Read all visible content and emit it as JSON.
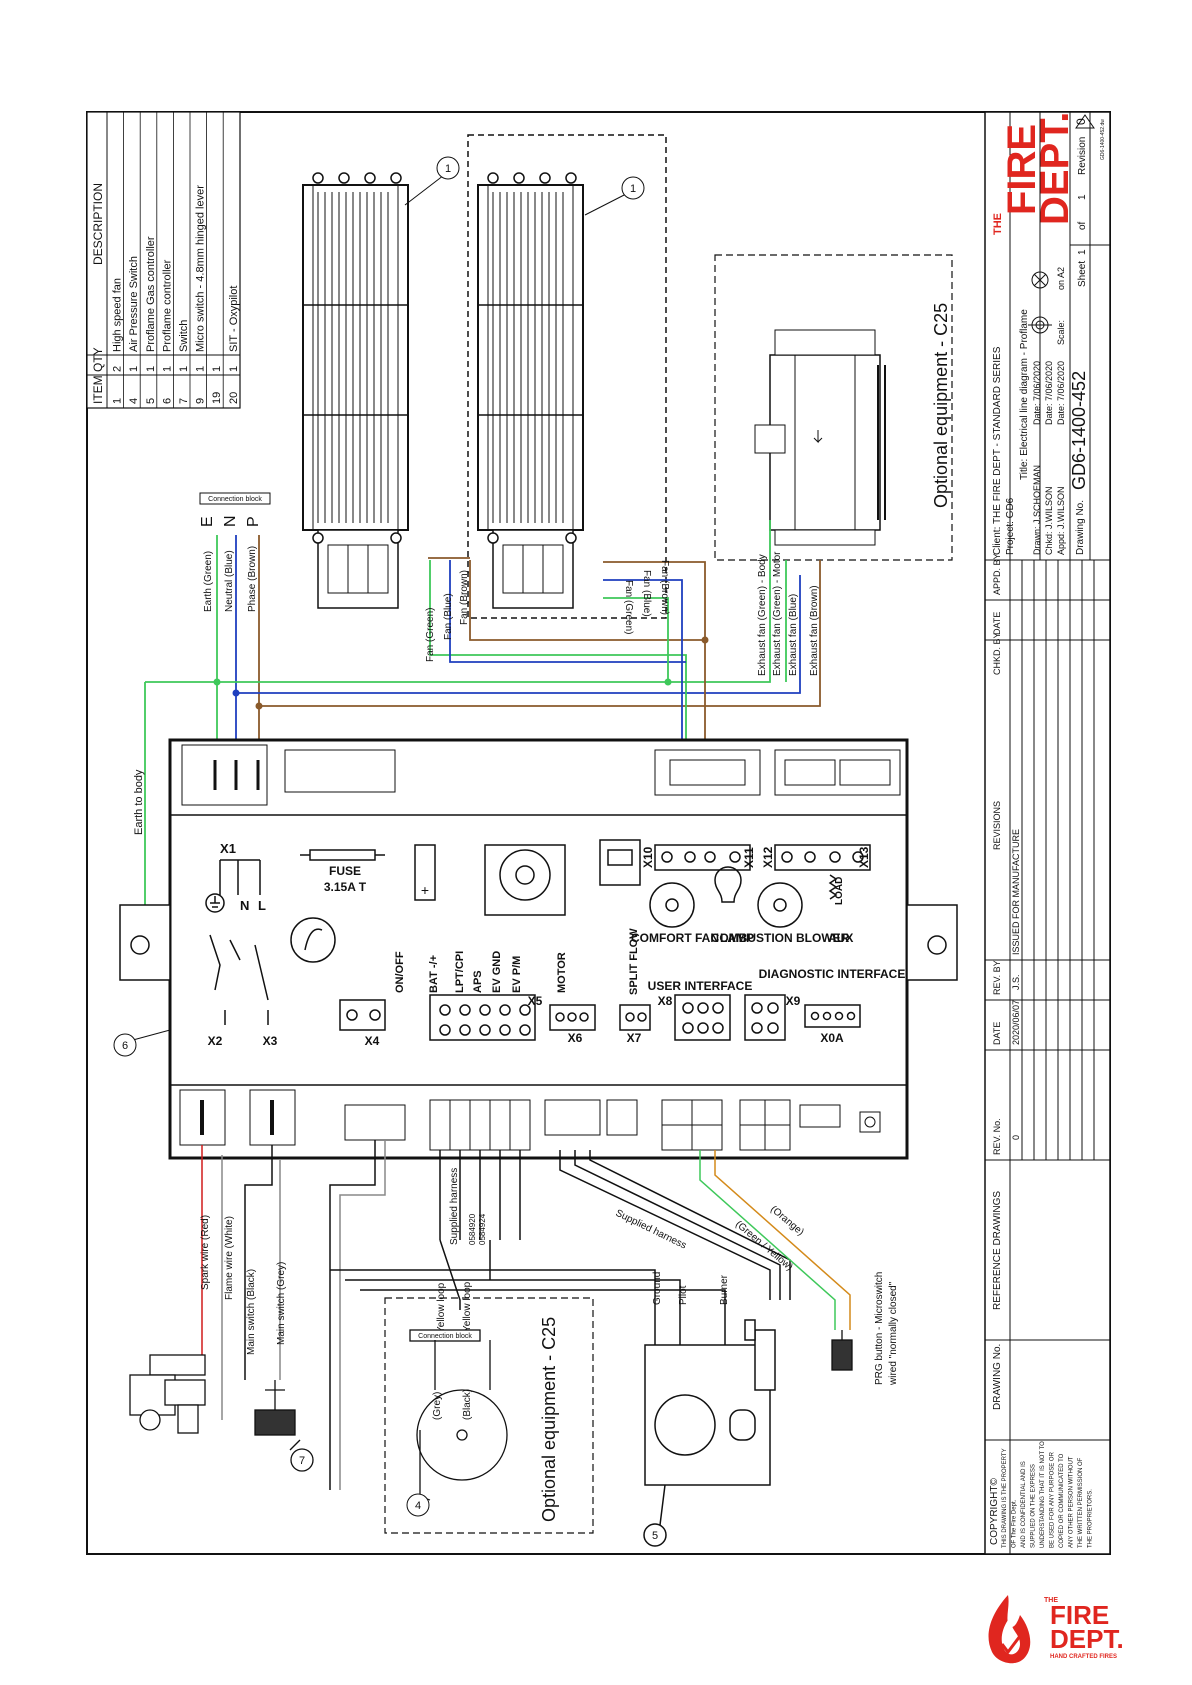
{
  "parts_list": {
    "headers": [
      "ITEM",
      "QTY",
      "DESCRIPTION"
    ],
    "rows": [
      [
        "1",
        "2",
        "High speed fan"
      ],
      [
        "4",
        "1",
        "Air Pressure Switch"
      ],
      [
        "5",
        "1",
        "Proflame Gas controller"
      ],
      [
        "6",
        "1",
        "Proflame controller"
      ],
      [
        "7",
        "1",
        "Switch"
      ],
      [
        "9",
        "1",
        "Micro switch - 4.8mm hinged lever"
      ],
      [
        "19",
        "1",
        ""
      ],
      [
        "20",
        "1",
        "SIT - Oxypilot"
      ]
    ]
  },
  "connection_block": {
    "title": "Connection block",
    "terminals": [
      "E",
      "N",
      "P"
    ],
    "wire_labels": [
      "Earth (Green)",
      "Neutral (Blue)",
      "Phase (Brown)"
    ]
  },
  "fan_wires": {
    "left": [
      "Fan (Green)",
      "Fan (Blue)",
      "Fan (Brown)"
    ],
    "right": [
      "Fan (Brown)",
      "Fan (Blue)",
      "Fan (Green)"
    ]
  },
  "exhaust_wires": [
    "Exhaust fan (Green) - Body",
    "Exhaust fan (Green) - Motor",
    "Exhaust fan (Blue)",
    "Exhaust fan (Brown)"
  ],
  "optional_equipment": "Optional equipment - C25",
  "earth_to_body": "Earth to body",
  "controller": {
    "x1": "X1",
    "n": "N",
    "l": "L",
    "fuse": "FUSE",
    "fuse_rating": "3.15A T",
    "x10": "X10",
    "x11": "X11",
    "x12": "X12",
    "x13": "X13",
    "comfort_fan": "COMFORT FAN",
    "lamp": "LAMP",
    "combustion_blower": "COMBUSTION BLOWER",
    "aux": "AUX",
    "load": "LOAD",
    "on_off": "ON/OFF",
    "bat": "BAT -/+",
    "lpt_cpi": "LPT/CPI",
    "aps": "APS",
    "ev_gnd": "EV GND",
    "ev_pm": "EV P/M",
    "motor": "MOTOR",
    "split_flow": "SPLIT FLOW",
    "user_interface": "USER INTERFACE",
    "diagnostic_interface": "DIAGNOSTIC INTERFACE",
    "x2": "X2",
    "x3": "X3",
    "x4": "X4",
    "x5": "X5",
    "x6": "X6",
    "x7": "X7",
    "x8": "X8",
    "x9": "X9",
    "x0a": "X0A"
  },
  "lower_wires": {
    "spark": "Spark wire (Red)",
    "flame": "Flame wire (White)",
    "main_black": "Main switch (Black)",
    "main_grey": "Main switch (Grey)",
    "supplied_harness": "Supplied harness",
    "harness_codes": [
      "0584920",
      "0584924"
    ],
    "supplied_harness_2": "Supplied harness",
    "green_yellow": "(Green / Yellow)",
    "orange": "(Orange)",
    "yellow_loop": "Yellow loop",
    "yellow_loop_2": "Yellow loop",
    "grey": "(Grey)",
    "black": "(Black)",
    "ground": "Ground",
    "pilot": "Pilot",
    "burner": "Burner",
    "prg": "PRG button - Microswitch",
    "prg2": "wired \"normally closed\""
  },
  "balloons": [
    "1",
    "1",
    "6",
    "7",
    "4",
    "5"
  ],
  "title_block": {
    "company": "THE FIRE DEPT.",
    "client": "Client: THE FIRE DEPT - STANDARD SERIES",
    "project": "Project: GD6",
    "title": "Title: Electrical line diagram - Proflame",
    "drawn": "Drawn: J.SCHOEMAN",
    "drawn_date": "Date: 7/06/2020",
    "chkd": "Chkd: J.WILSON",
    "chkd_date": "Date: 7/06/2020",
    "appd": "Appd: J.WILSON",
    "appd_date": "Date: 7/06/2020",
    "scale": "Scale:",
    "on_a2": "on A2",
    "drawing_no_label": "Drawing No.",
    "drawing_no": "GD6-1400-452",
    "sheet": "Sheet",
    "sheet_no": "1",
    "of": "of",
    "sheet_total": "1",
    "revision_label": "Revision",
    "revision": "0",
    "file": "GD6-1400-452.dw"
  },
  "revisions": {
    "headers": [
      "REV. No.",
      "DATE",
      "REV. BY",
      "REVISIONS",
      "CHKD. BY",
      "DATE",
      "APPD. BY"
    ],
    "row": [
      "0",
      "2020/06/07",
      "J.S.",
      "ISSUED FOR MANUFACTURE",
      "",
      "",
      ""
    ]
  },
  "reference": {
    "ref_drawings": "REFERENCE DRAWINGS",
    "drawing_no": "DRAWING No."
  },
  "copyright": {
    "title": "COPYRIGHT©",
    "lines": [
      "THIS DRAWING IS THE PROPERTY",
      "OF The Fire Dept.",
      "AND IS CONFIDENTIAL AND IS",
      "SUPPLIED ON THE EXPRESS",
      "UNDERSTANDING THAT IT IS NOT TO",
      "BE USED FOR ANY PURPOSE OR",
      "COPIED OR COMMUNICATED TO",
      "ANY OTHER PERSON WITHOUT",
      "THE WRITTEN PERMISSION OF",
      "THE PROPRIETORS."
    ]
  },
  "footer_logo": {
    "the": "THE",
    "fire": "FIRE",
    "dept": "DEPT.",
    "tagline": "HAND CRAFTED FIRES"
  },
  "colors": {
    "green": "#3ec85a",
    "blue": "#1f3fbf",
    "brown": "#8a5a2b",
    "red": "#d11b1b",
    "orange": "#d48a1a",
    "grey": "#888888",
    "brand_red": "#e0261f"
  }
}
